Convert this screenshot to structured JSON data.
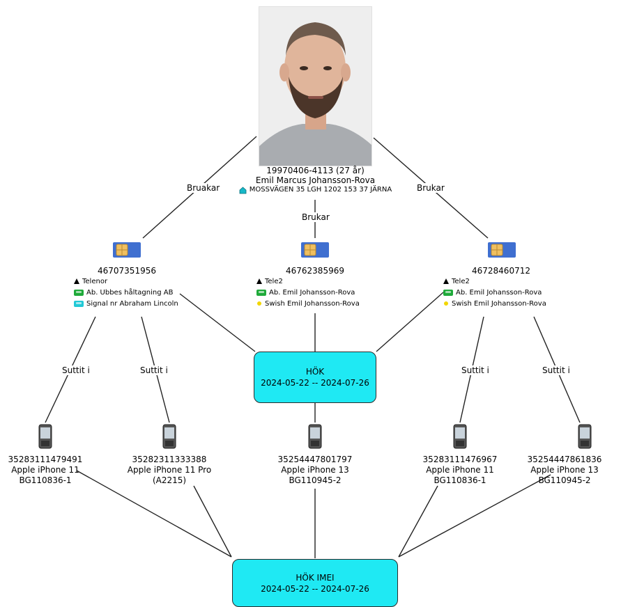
{
  "person": {
    "id": "19970406-4113 (27 år)",
    "name": "Emil Marcus Johansson-Rova",
    "address": "MOSSVÄGEN 35 LGH 1202 153 37 JÄRNA"
  },
  "edge_labels": {
    "left_use": "Bruakar",
    "middle_use": "Brukar",
    "right_use": "Brukar",
    "sat_in": "Suttit i"
  },
  "sims": [
    {
      "number": "46707351956",
      "operator": "Telenor",
      "rows": [
        {
          "icon": "green-phone-icon",
          "text": "Ab. Ubbes håltagning AB"
        },
        {
          "icon": "cyan-phone-icon",
          "text": "Signal nr Abraham Lincoln"
        }
      ]
    },
    {
      "number": "46762385969",
      "operator": "Tele2",
      "rows": [
        {
          "icon": "green-phone-icon",
          "text": "Ab. Emil Johansson-Rova"
        },
        {
          "icon": "yellow-dot-icon",
          "text": "Swish Emil Johansson-Rova"
        }
      ]
    },
    {
      "number": "46728460712",
      "operator": "Tele2",
      "rows": [
        {
          "icon": "green-phone-icon",
          "text": "Ab. Emil Johansson-Rova"
        },
        {
          "icon": "yellow-dot-icon",
          "text": "Swish Emil Johansson-Rova"
        }
      ]
    }
  ],
  "hub_hok": {
    "title": "HÖK",
    "period": "2024-05-22 -- 2024-07-26"
  },
  "hub_imei": {
    "title": "HÖK IMEI",
    "period": "2024-05-22 -- 2024-07-26"
  },
  "devices": [
    {
      "imei": "35283111479491",
      "model": "Apple iPhone 11",
      "ref": "BG110836-1"
    },
    {
      "imei": "35282311333388",
      "model": "Apple iPhone 11 Pro",
      "ref": "(A2215)"
    },
    {
      "imei": "35254447801797",
      "model": "Apple iPhone 13",
      "ref": "BG110945-2"
    },
    {
      "imei": "35283111476967",
      "model": "Apple iPhone 11",
      "ref": "BG110836-1"
    },
    {
      "imei": "35254447861836",
      "model": "Apple iPhone 13",
      "ref": "BG110945-2"
    }
  ],
  "colors": {
    "hub_fill": "#1fe9f3",
    "sim_blue": "#3f6fd0",
    "sim_chip": "#f0c060",
    "green_phone": "#1faa3a",
    "cyan_phone": "#22c9d6",
    "house": "#16b8c8"
  }
}
